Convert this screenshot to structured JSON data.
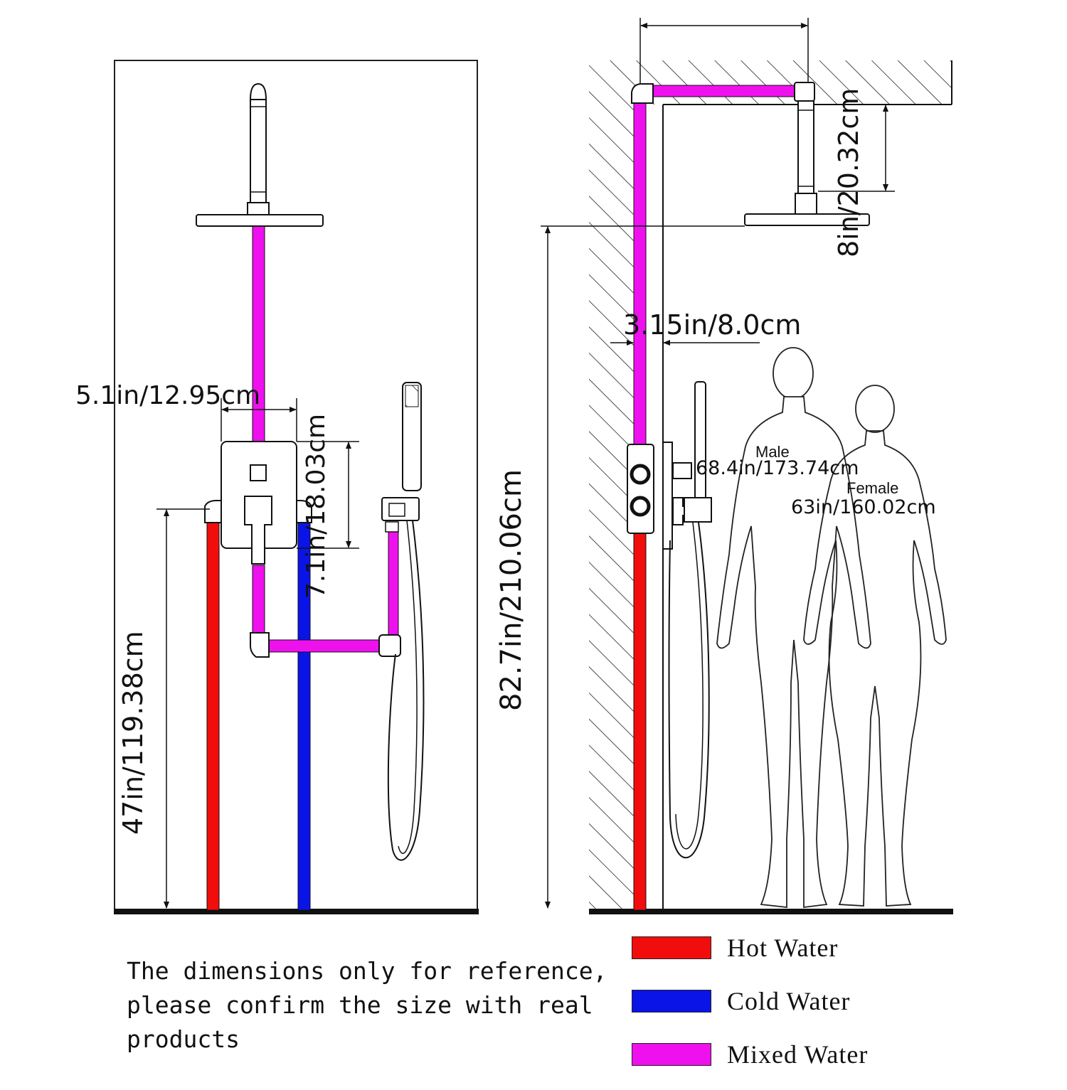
{
  "colors": {
    "hot": "#f20d0d",
    "cold": "#0a14e6",
    "mixed": "#ee11ee",
    "line": "#1a1a1a"
  },
  "front_view": {
    "mixer_width": "5.1in/12.95cm",
    "mixer_height": "7.1in/18.03cm",
    "inlet_height": "47in/119.38cm"
  },
  "side_view": {
    "arm_drop": "8in/20.32cm",
    "wall_offset": "3.15in/8.0cm",
    "head_height": "82.7in/210.06cm",
    "male_label": "Male",
    "male_height": "68.4in/173.74cm",
    "female_label": "Female",
    "female_height": "63in/160.02cm"
  },
  "note": "The dimensions only for reference, please confirm the size with real products",
  "legend": [
    {
      "label": "Hot Water",
      "color": "#f20d0d"
    },
    {
      "label": "Cold Water",
      "color": "#0a14e6"
    },
    {
      "label": "Mixed Water",
      "color": "#ee11ee"
    }
  ]
}
